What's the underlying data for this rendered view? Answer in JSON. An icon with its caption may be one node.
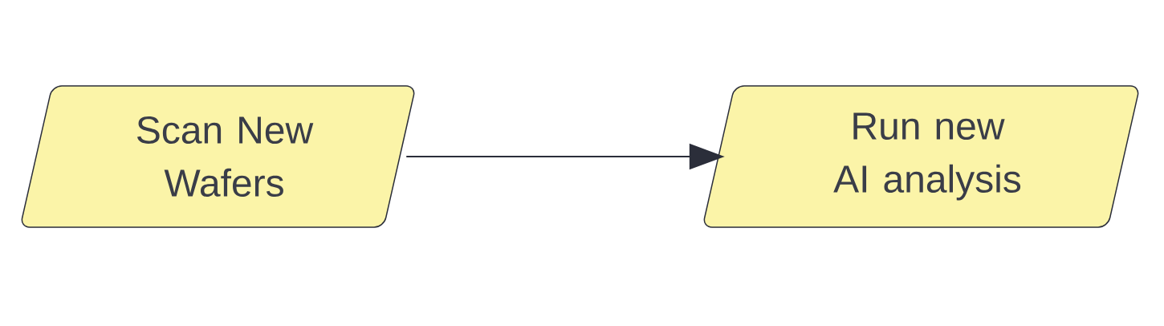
{
  "diagram": {
    "nodes": [
      {
        "text": [
          "Scan New Wafers"
        ]
      },
      {
        "text": [
          "Run new AI analysis"
        ]
      }
    ],
    "edges": [
      {
        "from": 0,
        "to": 1,
        "arrow": "to"
      }
    ]
  }
}
